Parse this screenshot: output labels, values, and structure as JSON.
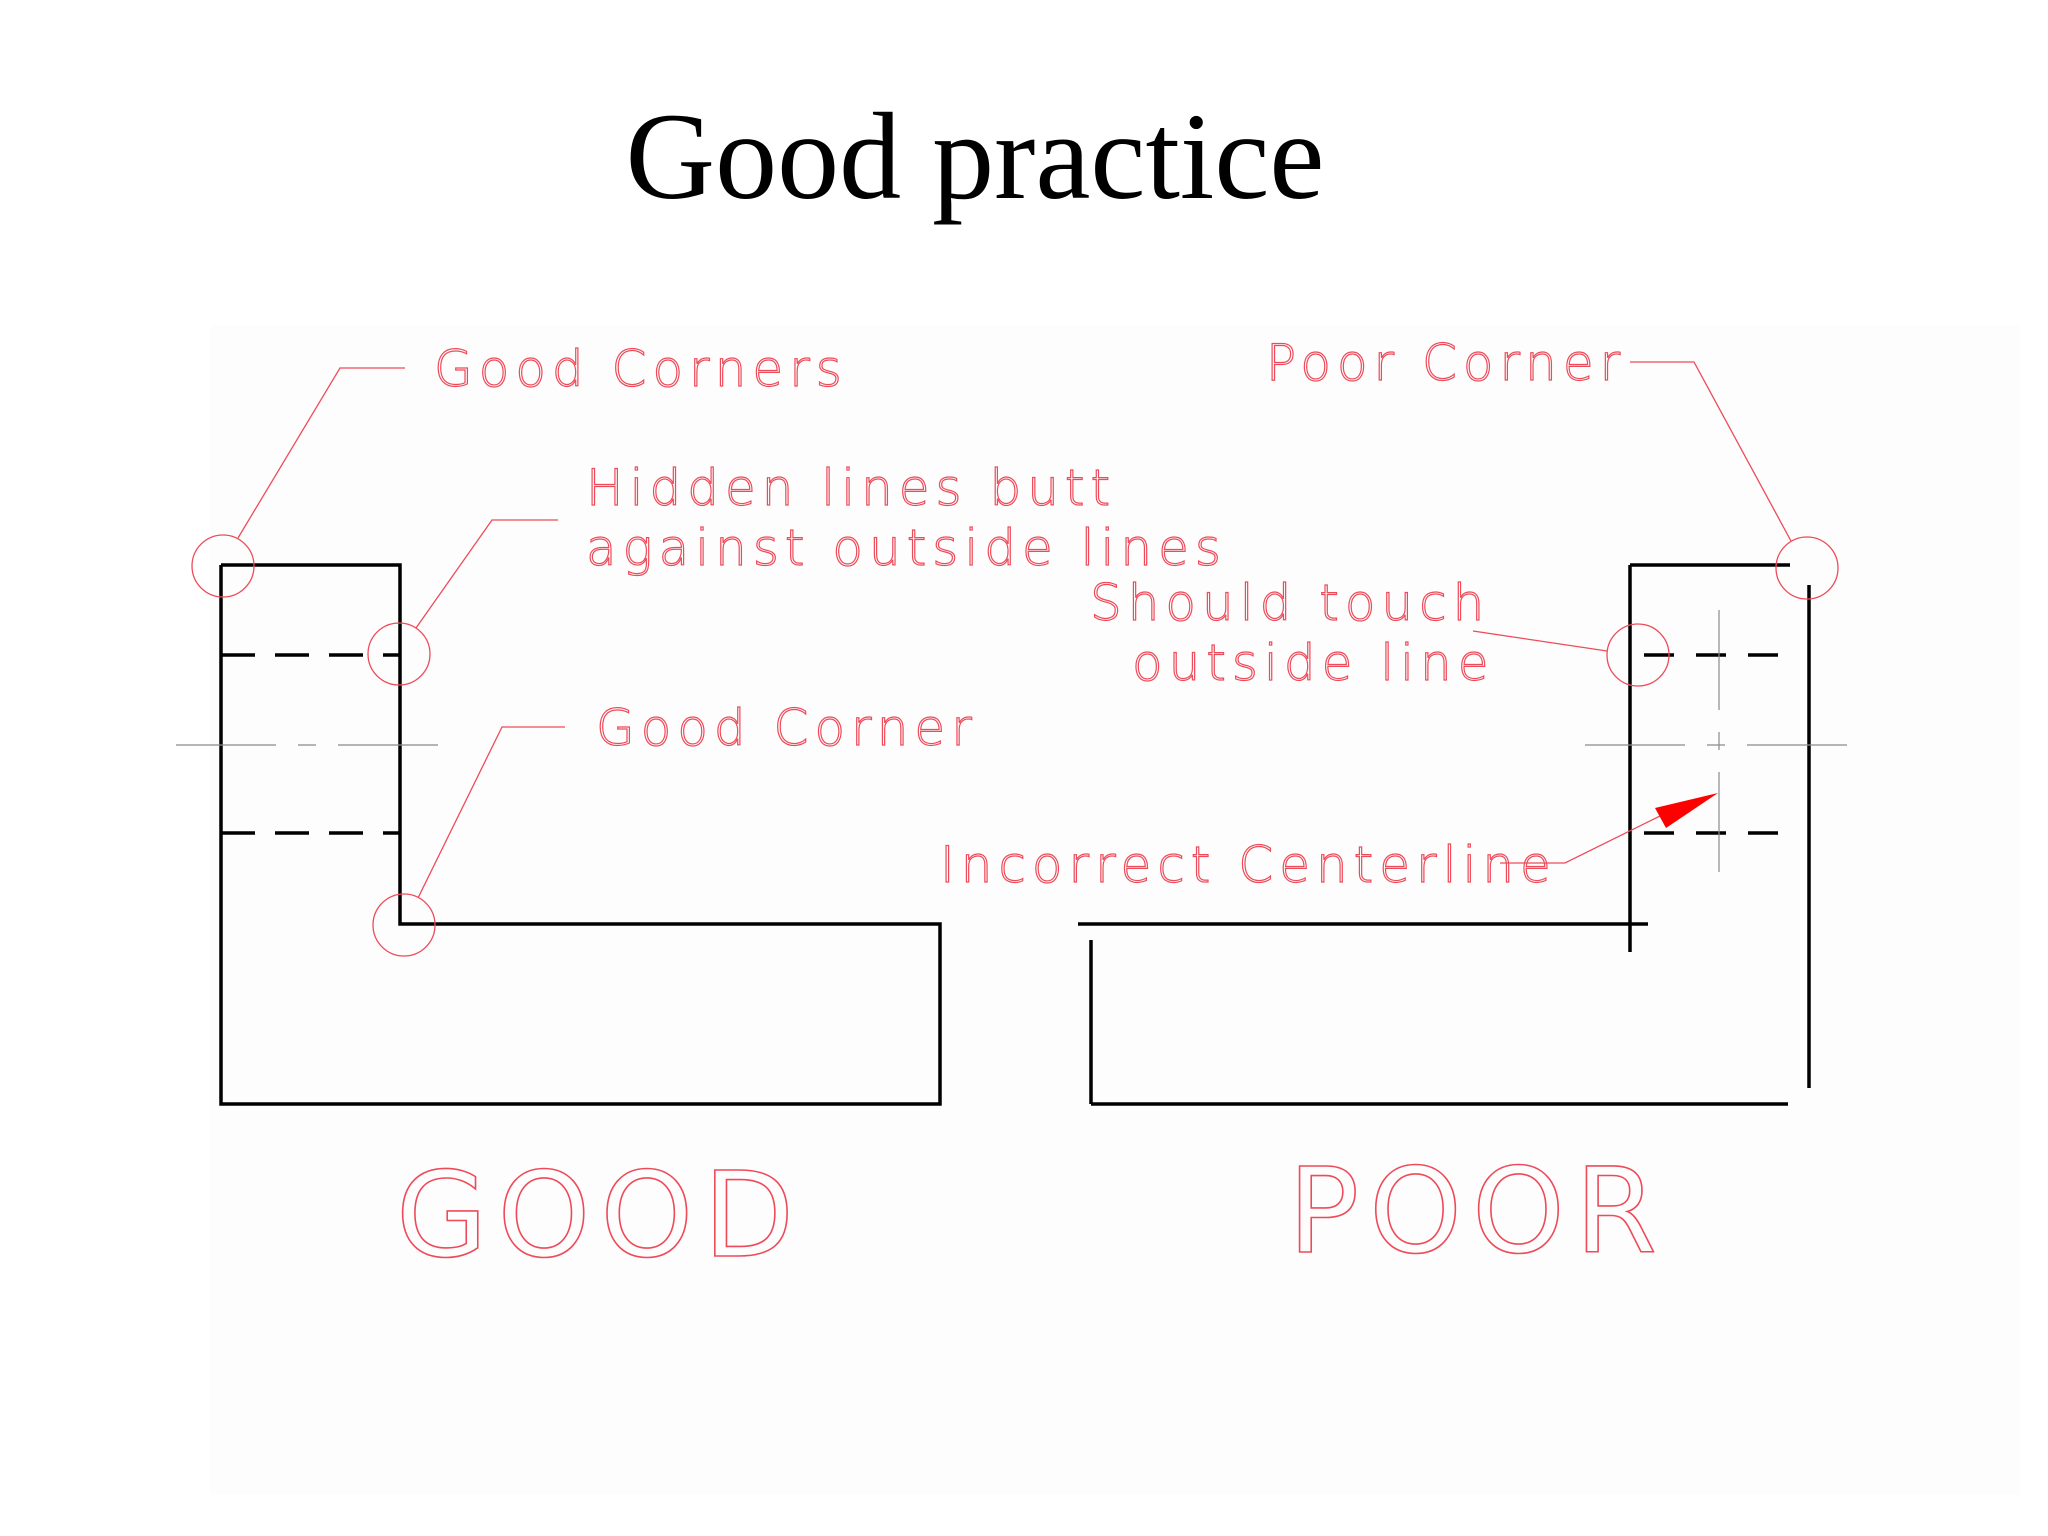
{
  "title": "Good practice",
  "colors": {
    "outline": "#000000",
    "annotation": "#ee4b5a",
    "centerline": "#8a8a8a",
    "arrow": "#ff0000"
  },
  "annotations": {
    "good_corners": "Good Corners",
    "hidden_lines_1": "Hidden lines butt",
    "hidden_lines_2": "against outside lines",
    "good_corner": "Good Corner",
    "poor_corner": "Poor Corner",
    "should_touch_1": "Should touch",
    "should_touch_2": "outside line",
    "incorrect_centerline": "Incorrect Centerline"
  },
  "labels": {
    "good": "GOOD",
    "poor": "POOR"
  }
}
